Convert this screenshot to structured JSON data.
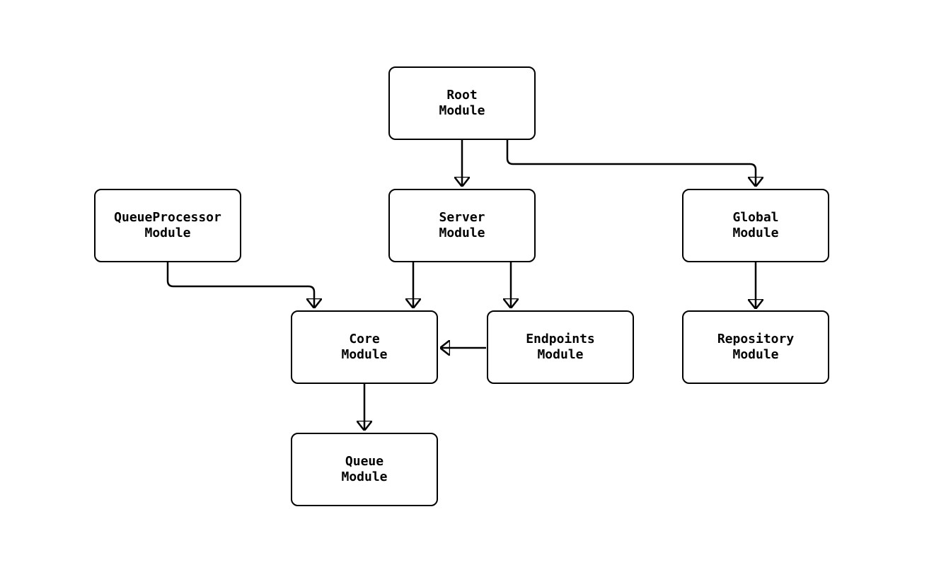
{
  "diagram": {
    "type": "module-dependency-graph",
    "background_color": "#ffffff",
    "stroke_color": "#000000",
    "node_fill_color": "#ffffff",
    "nodes": {
      "root": {
        "label": "Root\nModule"
      },
      "queueprocessor": {
        "label": "QueueProcessor\nModule"
      },
      "server": {
        "label": "Server\nModule"
      },
      "global": {
        "label": "Global\nModule"
      },
      "core": {
        "label": "Core\nModule"
      },
      "endpoints": {
        "label": "Endpoints\nModule"
      },
      "repository": {
        "label": "Repository\nModule"
      },
      "queue": {
        "label": "Queue\nModule"
      }
    },
    "edges": [
      {
        "from": "Root Module",
        "to": "Server Module"
      },
      {
        "from": "Root Module",
        "to": "Global Module"
      },
      {
        "from": "QueueProcessor Module",
        "to": "Core Module"
      },
      {
        "from": "Server Module",
        "to": "Core Module"
      },
      {
        "from": "Server Module",
        "to": "Endpoints Module"
      },
      {
        "from": "Endpoints Module",
        "to": "Core Module"
      },
      {
        "from": "Global Module",
        "to": "Repository Module"
      },
      {
        "from": "Core Module",
        "to": "Queue Module"
      }
    ]
  }
}
